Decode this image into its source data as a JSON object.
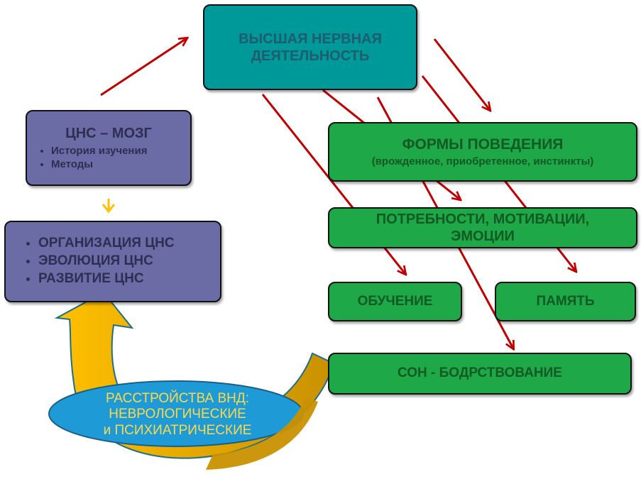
{
  "nodes": {
    "vnd": "ВЫСШАЯ НЕРВНАЯ ДЕЯТЕЛЬНОСТЬ",
    "cns": {
      "title": "ЦНС – МОЗГ",
      "items": [
        "История изучения",
        "Методы"
      ]
    },
    "organization": {
      "items": [
        "ОРГАНИЗАЦИЯ ЦНС",
        "ЭВОЛЮЦИЯ ЦНС",
        "РАЗВИТИЕ ЦНС"
      ]
    },
    "forms": {
      "title": "ФОРМЫ ПОВЕДЕНИЯ",
      "subtitle": "(врожденное, приобретенное, инстинкты)"
    },
    "needs": "ПОТРЕБНОСТИ, МОТИВАЦИИ, ЭМОЦИИ",
    "learning": "ОБУЧЕНИЕ",
    "memory": "ПАМЯТЬ",
    "sleep": "СОН - БОДРСТВОВАНИЕ",
    "disorders": {
      "lines": [
        "РАССТРОЙСТВА ВНД:",
        "НЕВРОЛОГИЧЕСКИЕ",
        "и ПСИХИАТРИЧЕСКИЕ"
      ]
    }
  },
  "colors": {
    "teal": "#009999",
    "green": "#1ea847",
    "purple": "#6b6ba6",
    "red_arrow": "#c00000",
    "yellow_arrow": "#ffc000",
    "ellipse": "#1e9bd7"
  }
}
